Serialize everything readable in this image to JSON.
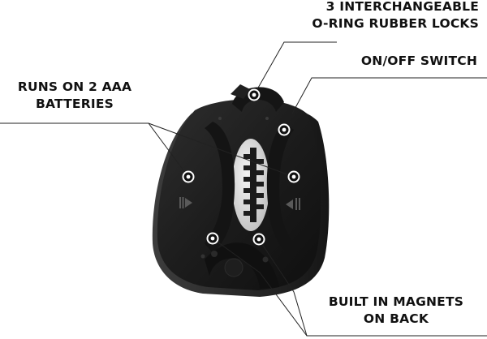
{
  "callouts": {
    "locks": {
      "line1": "3 INTERCHANGEABLE",
      "line2": "O-RING RUBBER LOCKS"
    },
    "switch": {
      "line1": "ON/OFF SWITCH"
    },
    "batteries": {
      "line1": "RUNS ON 2 AAA",
      "line2": "BATTERIES"
    },
    "magnets": {
      "line1": "BUILT IN MAGNETS",
      "line2": "ON BACK"
    }
  },
  "colors": {
    "device_body": "#1c1c1c",
    "device_edge": "#3a3a3a",
    "gear": "#e4e4e4",
    "leader_line": "#222222",
    "marker_ring": "#ffffff"
  },
  "icons": [
    "play-triangle-icon",
    "battery-door-icon",
    "marker-dot-icon"
  ]
}
